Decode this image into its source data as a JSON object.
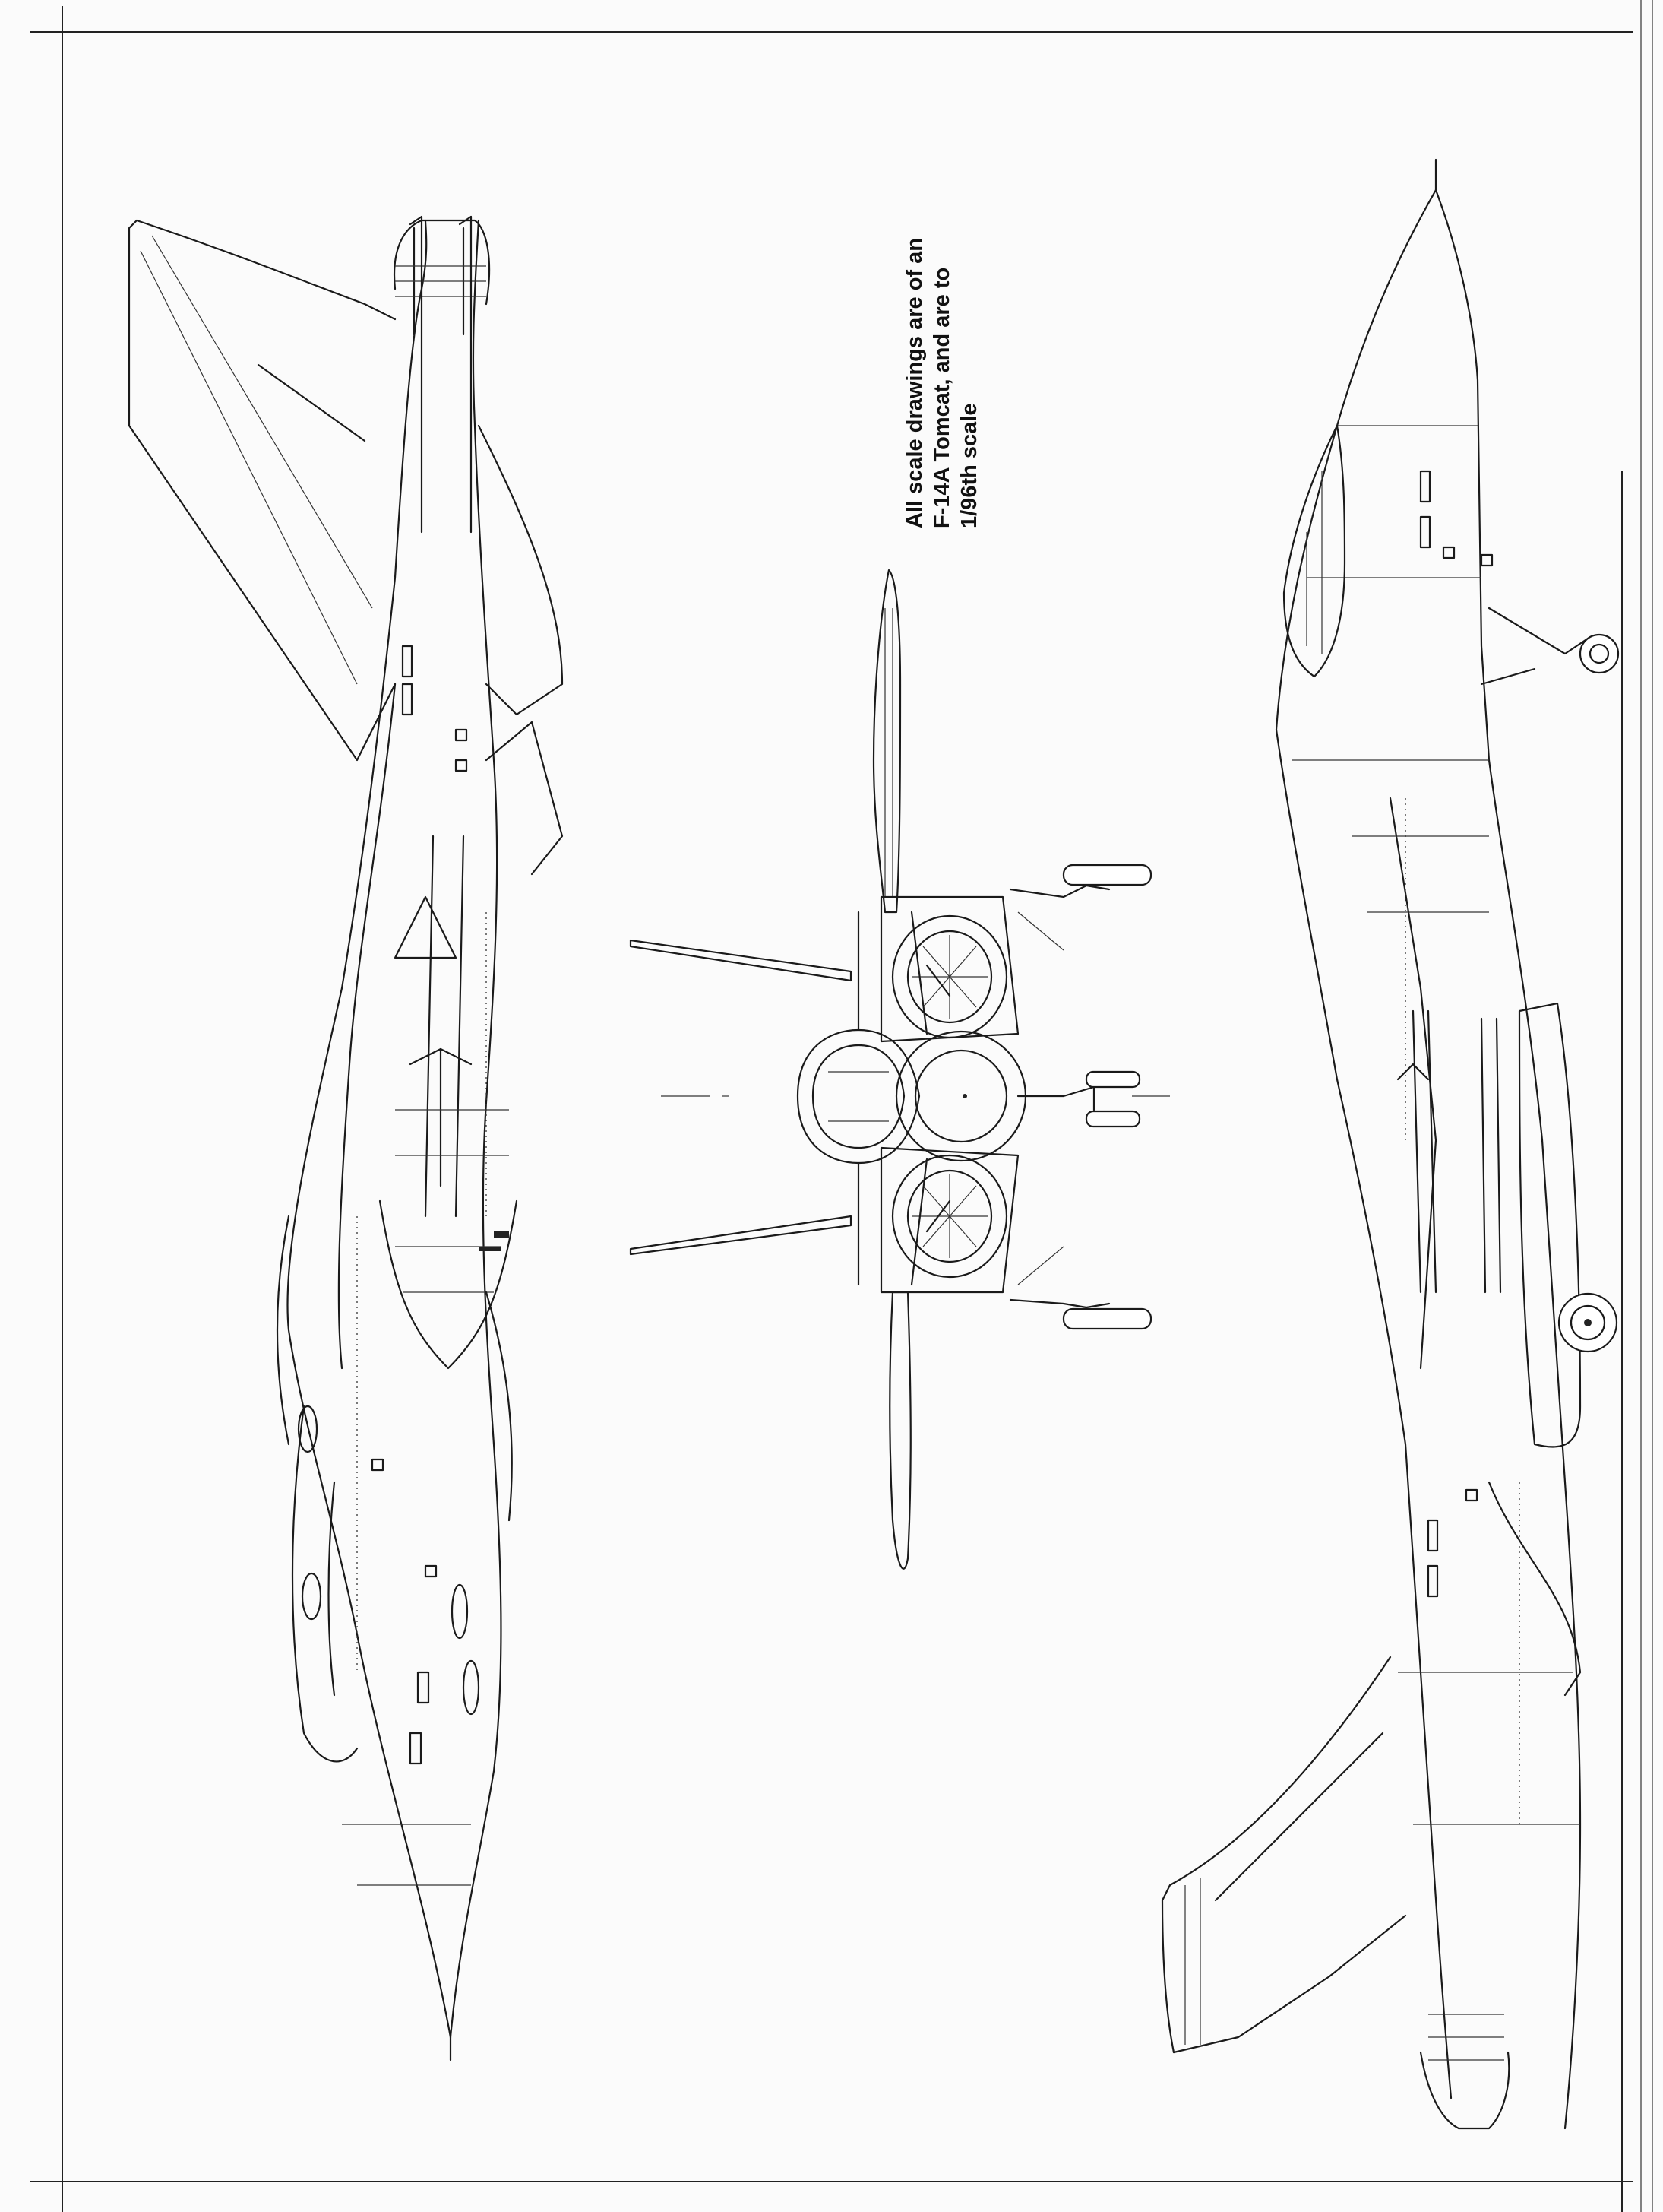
{
  "caption": {
    "line1": "All scale drawings are of an",
    "line2": "F-14A Tomcat, and are to",
    "line3": "1/96th scale"
  },
  "views": [
    {
      "name": "top-view",
      "icon": "aircraft-planform-drawing"
    },
    {
      "name": "front-view",
      "icon": "aircraft-front-elevation-drawing"
    },
    {
      "name": "side-view",
      "icon": "aircraft-side-profile-drawing"
    }
  ]
}
